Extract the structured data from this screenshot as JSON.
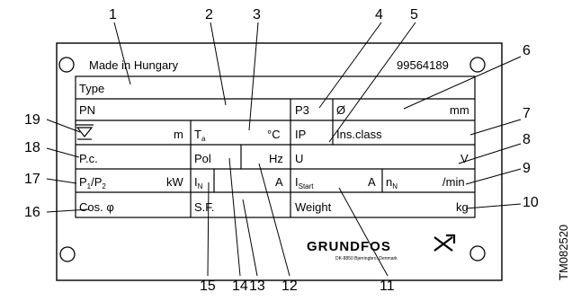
{
  "plate": {
    "made_in": "Made in Hungary",
    "product_number": "99564189",
    "rows": {
      "type": "Type",
      "pn": "PN",
      "p3": "P3",
      "diameter_symbol": "Ø",
      "mm": "mm",
      "water_level_unit": "m",
      "ta": "T",
      "ta_sub": "a",
      "celsius": "°C",
      "ip": "IP",
      "ins_class": "Ins.class",
      "pc": "P.c.",
      "pol": "Pol",
      "hz": "Hz",
      "u": "U",
      "v": "V",
      "p1": "P",
      "p1_sub": "1",
      "slash": "/",
      "p2": "P",
      "p2_sub": "2",
      "kw": "kW",
      "in": "I",
      "in_sub": "N",
      "a": "A",
      "istart": "I",
      "istart_sub": "Start",
      "a2": "A",
      "nn": "n",
      "nn_sub": "N",
      "per_min": "/min",
      "cos_phi": "Cos. φ",
      "sf": "S.F.",
      "weight": "Weight",
      "kg": "kg"
    },
    "brand": "GRUNDFOS",
    "address": "DK-8850 Bjerringbro, Denmark"
  },
  "callouts": [
    "1",
    "2",
    "3",
    "4",
    "5",
    "6",
    "7",
    "8",
    "9",
    "10",
    "11",
    "12",
    "13",
    "14",
    "15",
    "16",
    "17",
    "18",
    "19"
  ],
  "side_code": "TM082520"
}
